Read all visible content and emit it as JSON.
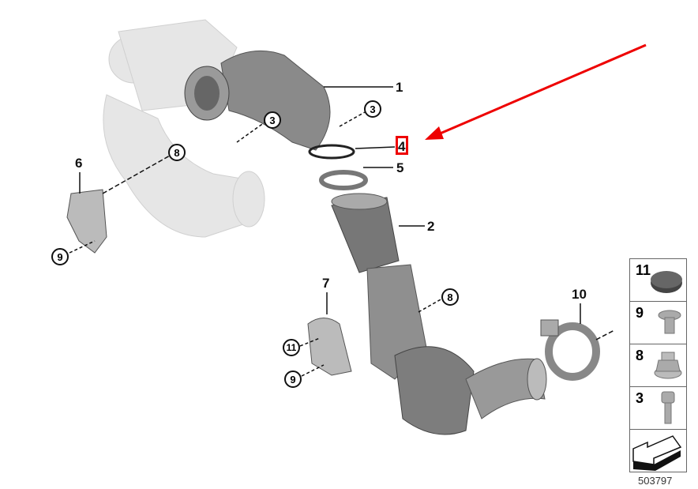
{
  "callouts": {
    "c1": "1",
    "c2": "2",
    "c3a": "3",
    "c3b": "3",
    "c4": "4",
    "c5": "5",
    "c6": "6",
    "c7": "7",
    "c8a": "8",
    "c8b": "8",
    "c9a": "9",
    "c9b": "9",
    "c10": "10",
    "c11": "11"
  },
  "legend": [
    {
      "number": "11",
      "part": "plug"
    },
    {
      "number": "9",
      "part": "countersunk-screw"
    },
    {
      "number": "8",
      "part": "collar-nut"
    },
    {
      "number": "3",
      "part": "torx-bolt"
    },
    {
      "number": "",
      "part": "arrow"
    }
  ],
  "diagram_number": "503797",
  "highlight": {
    "target": "4",
    "color": "#e00000"
  }
}
